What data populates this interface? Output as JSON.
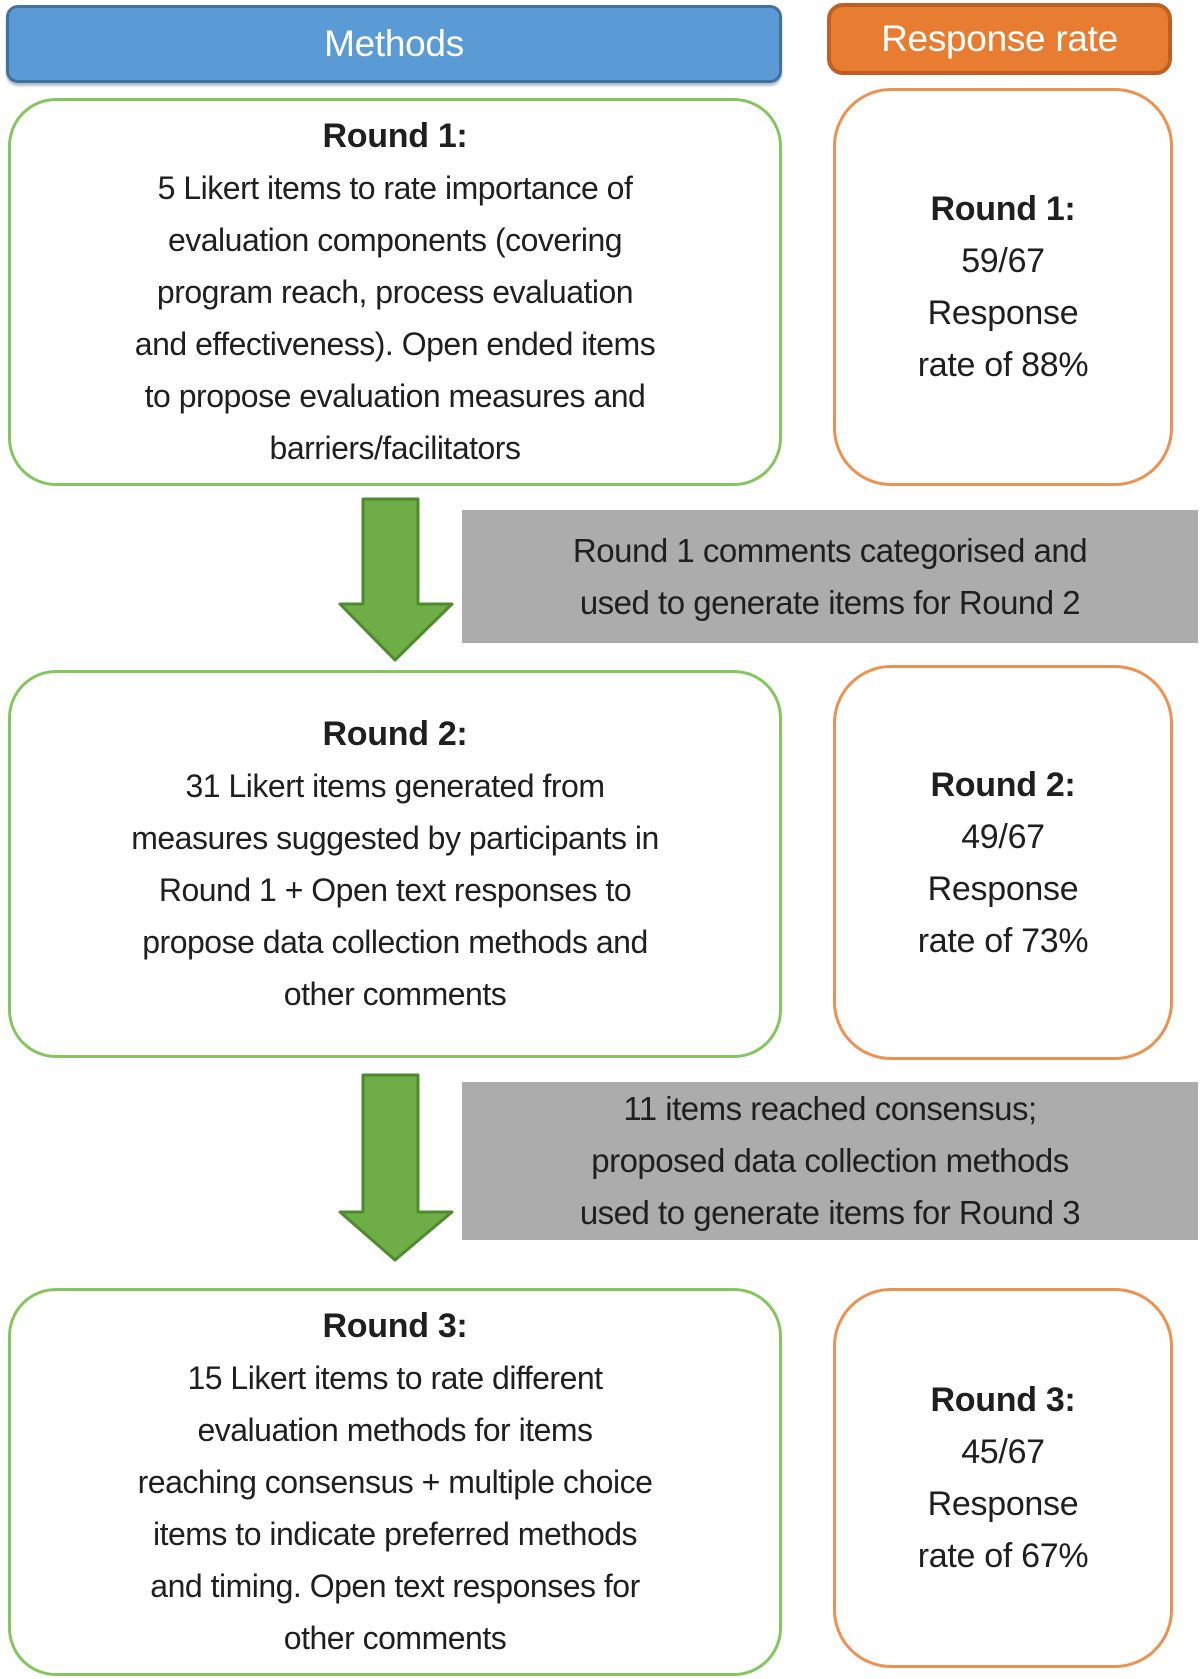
{
  "diagram": {
    "columns": {
      "methods": "Methods",
      "response_rate": "Response rate"
    },
    "rounds": [
      {
        "method": {
          "title": "Round 1:",
          "lines": [
            "5 Likert items to rate importance of",
            "evaluation components (covering",
            "program reach, process evaluation",
            "and effectiveness). Open ended items",
            "to propose evaluation measures and",
            "barriers/facilitators"
          ]
        },
        "response": {
          "title": "Round 1:",
          "lines": [
            "59/67",
            "Response",
            "rate of 88%"
          ]
        }
      },
      {
        "method": {
          "title": "Round 2:",
          "lines": [
            "31 Likert items generated from",
            "measures suggested by participants in",
            "Round 1 + Open text responses to",
            "propose data collection methods and",
            "other comments"
          ]
        },
        "response": {
          "title": "Round 2:",
          "lines": [
            "49/67",
            "Response",
            "rate of 73%"
          ]
        }
      },
      {
        "method": {
          "title": "Round 3:",
          "lines": [
            "15 Likert items to rate different",
            "evaluation methods for items",
            "reaching consensus + multiple choice",
            "items to indicate preferred methods",
            "and timing. Open text responses for",
            "other comments"
          ]
        },
        "response": {
          "title": "Round 3:",
          "lines": [
            "45/67",
            "Response",
            "rate of 67%"
          ]
        }
      }
    ],
    "transitions": [
      {
        "lines": [
          "Round 1 comments categorised and",
          "used to generate items for Round 2"
        ]
      },
      {
        "lines": [
          "11 items reached consensus;",
          "proposed data collection methods",
          "used to generate items for Round 3"
        ]
      }
    ],
    "colors": {
      "methods_header_fill": "#5B9BD5",
      "methods_header_border": "#41719C",
      "response_header_fill": "#E87D31",
      "response_header_border": "#BE5F23",
      "method_box_border": "#84C65E",
      "response_box_border": "#EE9150",
      "arrow_fill": "#6FAD47",
      "arrow_border": "#4E8A2E",
      "transition_note_fill": "#ACACAC",
      "text": "#1F1F1F"
    }
  }
}
